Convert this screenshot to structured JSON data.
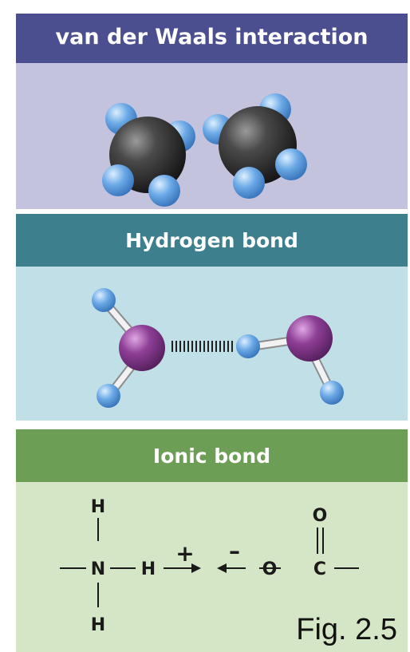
{
  "colors": {
    "vdw_header": "#4b4f8f",
    "vdw_body": "#c4c3de",
    "hbond_header": "#3e7f8d",
    "hbond_body": "#c1dfe6",
    "ionic_header": "#6c9e55",
    "ionic_body": "#d5e6c6",
    "carbon": "#303030",
    "hydrogen": "#5b9ddd",
    "oxygen": "#8a3a8f",
    "bond": "#e6e6e6"
  },
  "panels": {
    "vdw": {
      "title": "van der Waals interaction"
    },
    "hbond": {
      "title": "Hydrogen bond"
    },
    "ionic": {
      "title": "Ionic bond",
      "atoms": {
        "n": "N",
        "h_top": "H",
        "h_bottom": "H",
        "h_right": "H",
        "o_single": "O",
        "o_double": "O",
        "c": "C"
      },
      "plus": "+",
      "minus": "–"
    }
  },
  "figure_label": "Fig. 2.5"
}
